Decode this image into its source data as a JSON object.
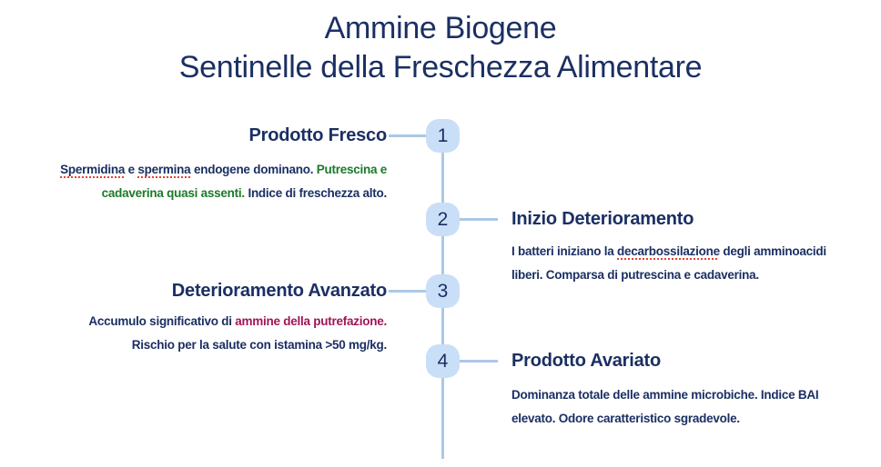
{
  "colors": {
    "navy": "#1b2f63",
    "green": "#1c7a28",
    "crimson": "#a11556",
    "node": "#c9dff7",
    "line": "#abc8e6",
    "spell": "#e8402f",
    "bg": "#ffffff"
  },
  "header": {
    "title": "Ammine Biogene\nSentinelle della Freschezza Alimentare"
  },
  "timeline": {
    "items": [
      {
        "number": "1",
        "side": "left",
        "title": "Prodotto Fresco",
        "description": [
          {
            "text": "Spermidina",
            "style": "spellcheck"
          },
          {
            "text": " e ",
            "style": ""
          },
          {
            "text": "spermina",
            "style": "spellcheck"
          },
          {
            "text": " endogene dominano. ",
            "style": ""
          },
          {
            "text": "Putrescina e\ncadaverina quasi assenti.",
            "style": "green"
          },
          {
            "text": " Indice di freschezza alto.",
            "style": ""
          }
        ]
      },
      {
        "number": "2",
        "side": "right",
        "title": "Inizio Deterioramento",
        "description": [
          {
            "text": "I batteri iniziano la ",
            "style": ""
          },
          {
            "text": "decarbossilazione",
            "style": "spellcheck"
          },
          {
            "text": " degli amminoacidi\nliberi. Comparsa di putrescina e cadaverina.",
            "style": ""
          }
        ]
      },
      {
        "number": "3",
        "side": "left",
        "title": "Deterioramento Avanzato",
        "description": [
          {
            "text": "Accumulo significativo di ",
            "style": ""
          },
          {
            "text": "ammine della putrefazione.",
            "style": "crimson"
          },
          {
            "text": "\nRischio per la salute con istamina >50 mg/kg.",
            "style": ""
          }
        ]
      },
      {
        "number": "4",
        "side": "right",
        "title": "Prodotto Avariato",
        "description": [
          {
            "text": "Dominanza totale delle ammine microbiche. Indice BAI\nelevato. Odore caratteristico sgradevole.",
            "style": ""
          }
        ]
      }
    ]
  }
}
